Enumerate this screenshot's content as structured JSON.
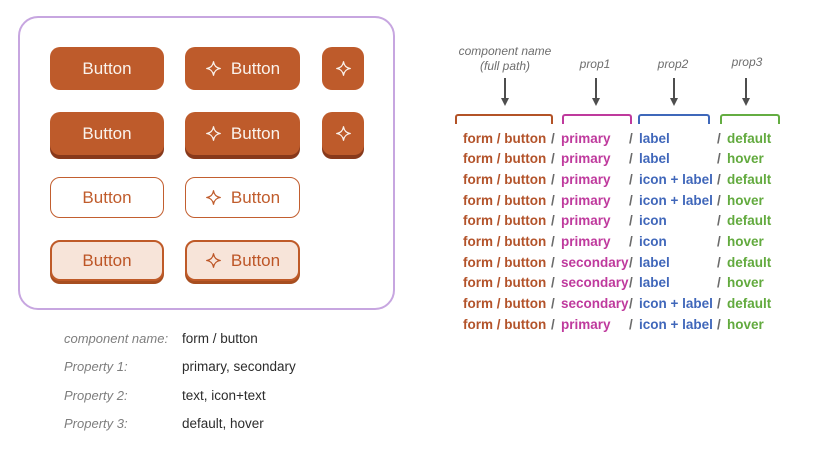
{
  "colors": {
    "button_orange": "#be5b2b",
    "button_shadow_dark": "#88391b",
    "outline_border": "#c25e2f",
    "tonal_fill": "#f7e4d9",
    "panel_border_lavender": "#c7a6e0",
    "path_orange": "#b3532a",
    "prop1_magenta": "#bf3a9d",
    "prop2_blue": "#4067ba",
    "prop3_green": "#62aa3e",
    "separator_gray": "#6b6b6b"
  },
  "icons": {
    "button_icon": "sparkle-icon"
  },
  "showcase": {
    "button_label": "Button"
  },
  "spec": {
    "rows": [
      {
        "label": "component name:",
        "value": "form / button"
      },
      {
        "label": "Property 1:",
        "value": "primary, secondary"
      },
      {
        "label": "Property 2:",
        "value": "text, icon+text"
      },
      {
        "label": "Property 3:",
        "value": "default, hover"
      }
    ]
  },
  "annotations": {
    "component_line1": "component name",
    "component_line2": "(full path)",
    "prop1": "prop1",
    "prop2": "prop2",
    "prop3": "prop3"
  },
  "grid": {
    "sep": "/",
    "rows": [
      {
        "component": "form / button",
        "prop1": "primary",
        "prop2": "label",
        "prop3": "default"
      },
      {
        "component": "form / button",
        "prop1": "primary",
        "prop2": "label",
        "prop3": "hover"
      },
      {
        "component": "form / button",
        "prop1": "primary",
        "prop2": "icon + label",
        "prop3": "default"
      },
      {
        "component": "form / button",
        "prop1": "primary",
        "prop2": "icon + label",
        "prop3": "hover"
      },
      {
        "component": "form / button",
        "prop1": "primary",
        "prop2": "icon",
        "prop3": "default"
      },
      {
        "component": "form / button",
        "prop1": "primary",
        "prop2": "icon",
        "prop3": "hover"
      },
      {
        "component": "form / button",
        "prop1": "secondary",
        "prop2": "label",
        "prop3": "default"
      },
      {
        "component": "form / button",
        "prop1": "secondary",
        "prop2": "label",
        "prop3": "hover"
      },
      {
        "component": "form / button",
        "prop1": "secondary",
        "prop2": "icon + label",
        "prop3": "default"
      },
      {
        "component": "form / button",
        "prop1": "primary",
        "prop2": "icon + label",
        "prop3": "hover"
      }
    ]
  }
}
